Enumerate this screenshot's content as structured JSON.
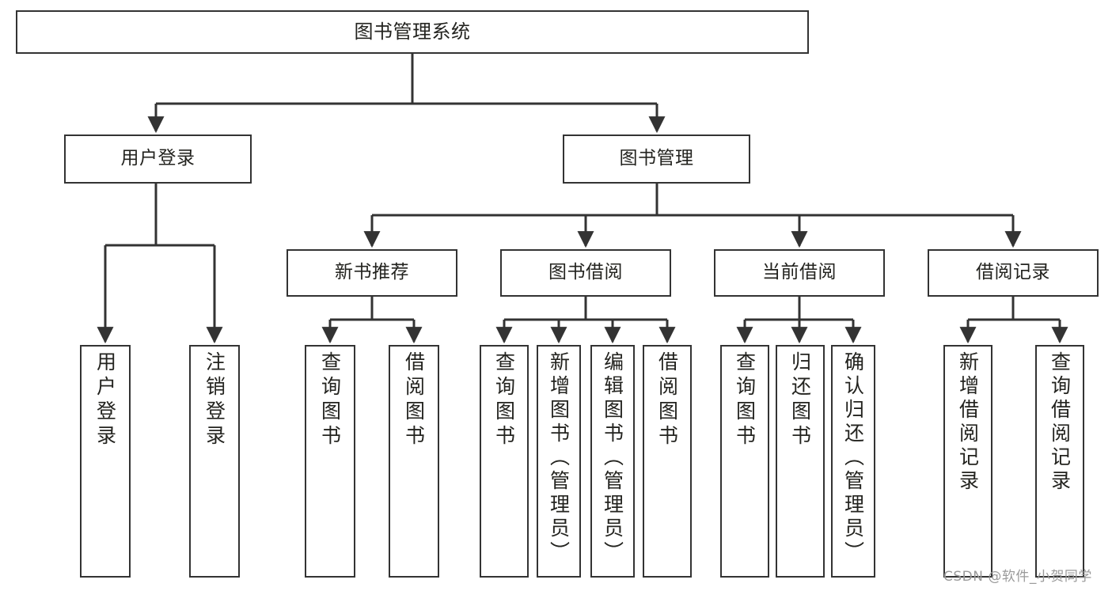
{
  "diagram": {
    "type": "tree",
    "title": "图书管理系统",
    "watermark": "CSDN @软件_小贺同学",
    "colors": {
      "box_border": "#333333",
      "box_fill": "#ffffff",
      "edge": "#333333",
      "text": "#23231f",
      "watermark": "#9a9a9a",
      "background": "#ffffff"
    },
    "nodes": {
      "root": {
        "label": "图书管理系统"
      },
      "level1": [
        {
          "id": "user-login",
          "label": "用户登录"
        },
        {
          "id": "book-manage",
          "label": "图书管理"
        }
      ],
      "level2": [
        {
          "id": "new-book-recommend",
          "label": "新书推荐"
        },
        {
          "id": "book-borrow",
          "label": "图书借阅"
        },
        {
          "id": "current-borrow",
          "label": "当前借阅"
        },
        {
          "id": "borrow-record",
          "label": "借阅记录"
        }
      ],
      "leaves": {
        "user-login": [
          {
            "id": "leaf-user-login",
            "label": "用户登录"
          },
          {
            "id": "leaf-logout",
            "label": "注销登录"
          }
        ],
        "new-book-recommend": [
          {
            "id": "leaf-query-book-1",
            "label": "查询图书"
          },
          {
            "id": "leaf-borrow-book-1",
            "label": "借阅图书"
          }
        ],
        "book-borrow": [
          {
            "id": "leaf-query-book-2",
            "label": "查询图书"
          },
          {
            "id": "leaf-add-book",
            "label": "新增图书（管理员）"
          },
          {
            "id": "leaf-edit-book",
            "label": "编辑图书（管理员）"
          },
          {
            "id": "leaf-borrow-book-2",
            "label": "借阅图书"
          }
        ],
        "current-borrow": [
          {
            "id": "leaf-query-book-3",
            "label": "查询图书"
          },
          {
            "id": "leaf-return-book",
            "label": "归还图书"
          },
          {
            "id": "leaf-confirm-return",
            "label": "确认归还（管理员）"
          }
        ],
        "borrow-record": [
          {
            "id": "leaf-add-record",
            "label": "新增借阅记录"
          },
          {
            "id": "leaf-query-record",
            "label": "查询借阅记录"
          }
        ]
      }
    }
  }
}
